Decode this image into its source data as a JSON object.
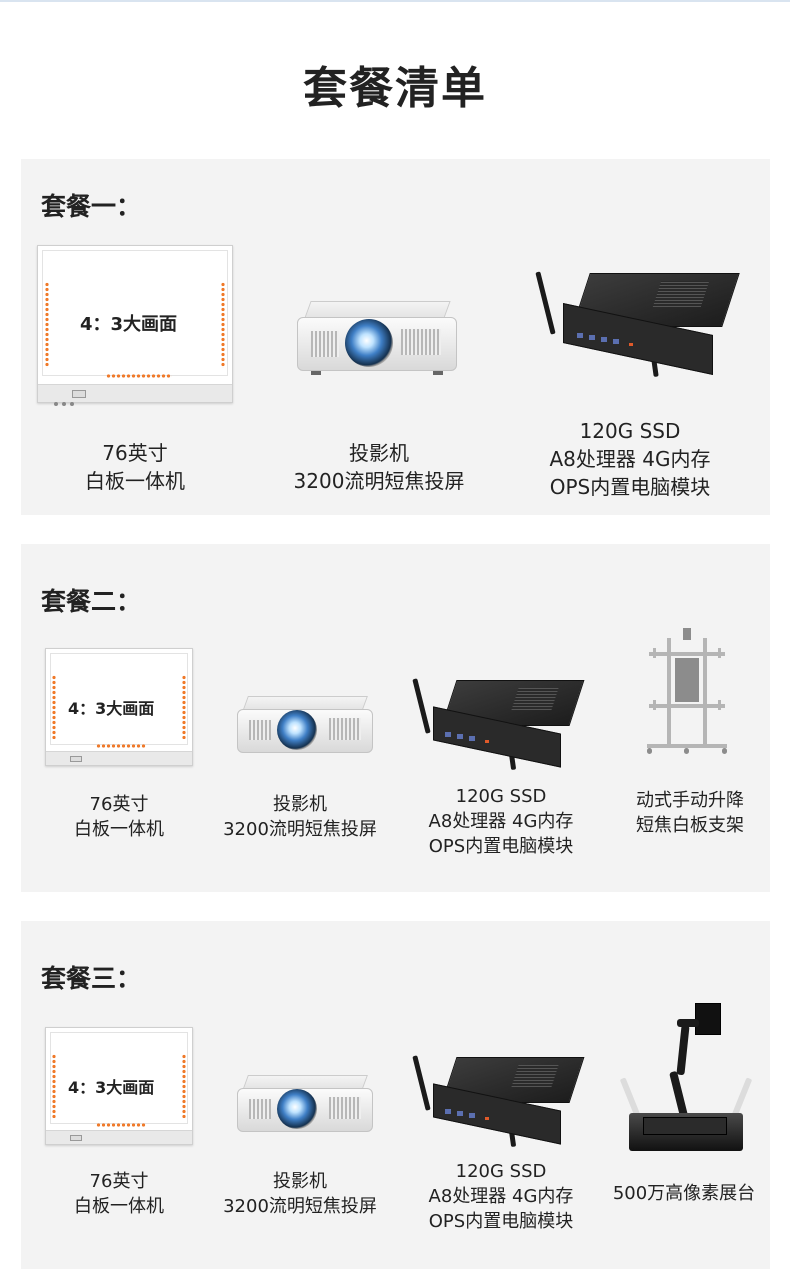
{
  "page": {
    "title": "套餐清单"
  },
  "packages": [
    {
      "title": "套餐一：",
      "whiteboard": {
        "screen_label": "4：3大画面",
        "caption": [
          "76英寸",
          "白板一体机"
        ]
      },
      "projector": {
        "caption": [
          "投影机",
          "3200流明短焦投屏"
        ]
      },
      "ops": {
        "caption": [
          "120G SSD",
          "A8处理器 4G内存",
          "OPS内置电脑模块"
        ]
      }
    },
    {
      "title": "套餐二：",
      "whiteboard": {
        "screen_label": "4：3大画面",
        "caption": [
          "76英寸",
          "白板一体机"
        ]
      },
      "projector": {
        "caption": [
          "投影机",
          "3200流明短焦投屏"
        ]
      },
      "ops": {
        "caption": [
          "120G SSD",
          "A8处理器 4G内存",
          "OPS内置电脑模块"
        ]
      },
      "extra": {
        "caption": [
          "动式手动升降",
          "短焦白板支架"
        ],
        "icon": "mobile-stand-icon"
      }
    },
    {
      "title": "套餐三：",
      "whiteboard": {
        "screen_label": "4：3大画面",
        "caption": [
          "76英寸",
          "白板一体机"
        ]
      },
      "projector": {
        "caption": [
          "投影机",
          "3200流明短焦投屏"
        ]
      },
      "ops": {
        "caption": [
          "120G SSD",
          "A8处理器 4G内存",
          "OPS内置电脑模块"
        ]
      },
      "extra": {
        "caption": [
          "500万高像素展台"
        ],
        "icon": "document-camera-icon"
      }
    }
  ],
  "colors": {
    "panel_bg": "#f3f3f3",
    "dot_accent": "#f07a2a",
    "text": "#222222"
  }
}
